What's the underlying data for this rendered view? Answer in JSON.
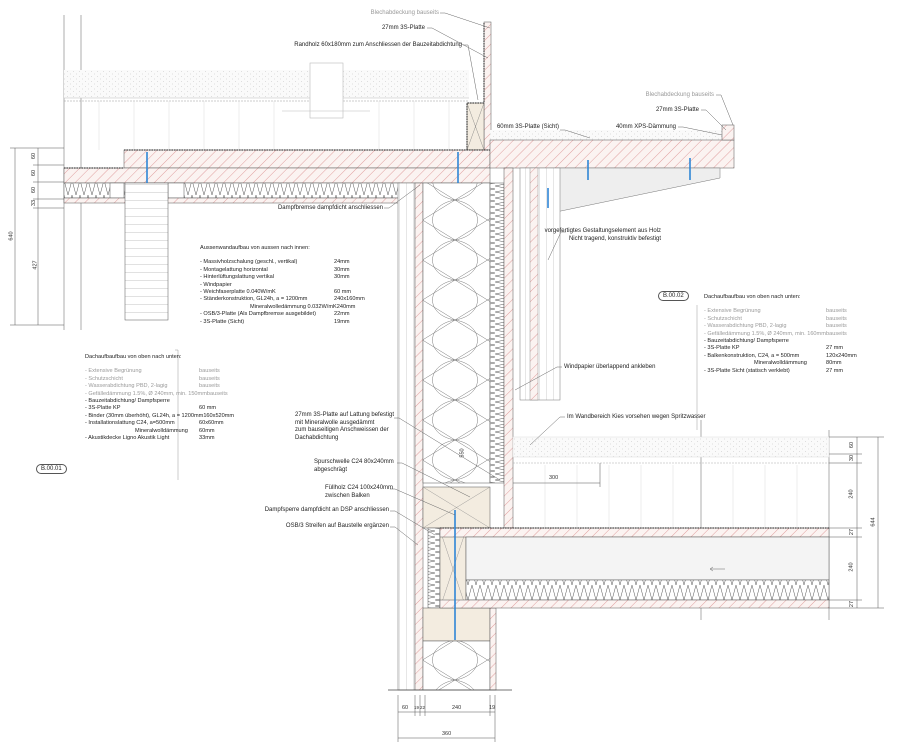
{
  "labels": {
    "blech_top": "Blechabdeckung bauseits",
    "platte_27_top": "27mm 3S-Platte",
    "randholz": "Randholz 60x180mm zum Anschliessen der Bauzeitabdichtung",
    "blech_right": "Blechabdeckung bauseits",
    "platte_27_right": "27mm 3S-Platte",
    "platte_60_sicht": "60mm 3S-Platte (Sicht)",
    "xps": "40mm XPS-Dämmung",
    "dampfbremse": "Dampfbremse dampfdicht anschliessen",
    "gestaltung_1": "vorgefertigtes Gestaltungselement aus Holz",
    "gestaltung_2": "Nicht tragend, konstruktiv befestigt",
    "windpapier": "Windpapier überlappend ankleben",
    "kies": "Im Wandbereich Kies vorsehen wegen Spritzwasser",
    "latt_1": "27mm 3S-Platte auf Lattung befestigt",
    "latt_2": "mit Mineralwolle ausgedämmt",
    "latt_3": "zum bauseitigen Anschweissen der",
    "latt_4": "Dachabdichtung",
    "spurschwelle_1": "Spurschwelle C24 80x240mm",
    "spurschwelle_2": "abgeschrägt",
    "fuellholz_1": "Füllholz C24 100x240mm",
    "fuellholz_2": "zwischen Balken",
    "dampfsperre": "Dampfsperre dampfdicht an DSP anschliessen",
    "osb_streifen": "OSB/3 Streifen auf Baustelle ergänzen"
  },
  "wall_spec": {
    "title": "Aussenwandaufbau von aussen nach innen:",
    "rows": [
      {
        "item": "- Massivholzschalung (geschl., vertikal)",
        "value": "24mm"
      },
      {
        "item": "- Montagelattung horizontal",
        "value": "30mm"
      },
      {
        "item": "- Hinterlüftungslattung vertikal",
        "value": "30mm"
      },
      {
        "item": "- Windpapier",
        "value": ""
      },
      {
        "item": "- Weichfaserplatte 0.040W/mK",
        "value": "60 mm"
      },
      {
        "item": "- Ständerkonstruktion, GL24h, a = 1200mm",
        "value": "240x160mm"
      },
      {
        "item": "Mineralwolledämmung 0.032W/mK",
        "value": "240mm",
        "indent": true
      },
      {
        "item": "- OSB/3-Platte (Als Dampfbremse ausgebildet)",
        "value": "22mm"
      },
      {
        "item": "- 3S-Platte (Sicht)",
        "value": "19mm"
      }
    ]
  },
  "roof_b0001": {
    "tag": "B.00.01",
    "title": "Dachaufbaufbau von oben nach unten:",
    "rows": [
      {
        "item": "- Extensive Begrünung",
        "value": "bauseits",
        "grey": true
      },
      {
        "item": "- Schutzschicht",
        "value": "bauseits",
        "grey": true
      },
      {
        "item": "- Wasserabdichtung PBD, 2-lagig",
        "value": "bauseits",
        "grey": true
      },
      {
        "item": "- Gefälledämmung 1.5%, Ø 240mm, min. 150mm",
        "value": "bauseits",
        "grey": true
      },
      {
        "item": "- Bauzeitabdichtung/ Dampfsperre",
        "value": ""
      },
      {
        "item": "- 3S-Platte  KP",
        "value": "60 mm"
      },
      {
        "item": "- Binder (30mm überhöht), GL24h, a = 1200mm",
        "value": "160x520mm"
      },
      {
        "item": "- Installationslattung C24, a=500mm",
        "value": "60x60mm"
      },
      {
        "item": "Mineralwolldämmung",
        "value": "60mm",
        "indent": true
      },
      {
        "item": "- Akustikdecke Ligno Akustik Light",
        "value": "33mm"
      }
    ]
  },
  "roof_b0002": {
    "tag": "B.00.02",
    "title": "Dachaufbaufbau von oben nach unten:",
    "rows": [
      {
        "item": "- Extensive Begrünung",
        "value": "bauseits",
        "grey": true
      },
      {
        "item": "- Schutzschicht",
        "value": "bauseits",
        "grey": true
      },
      {
        "item": "- Wasserabdichtung PBD, 2-lagig",
        "value": "bauseits",
        "grey": true
      },
      {
        "item": "- Gefälledämmung 1.5%, Ø 240mm, min. 160mm",
        "value": "bauseits",
        "grey": true
      },
      {
        "item": "- Bauzeitabdichtung/ Dampfsperre",
        "value": ""
      },
      {
        "item": "- 3S-Platte KP",
        "value": "27 mm"
      },
      {
        "item": "- Balkenkonstruktion, C24, a = 500mm",
        "value": "120x240mm"
      },
      {
        "item": "Mineralwolldämmung",
        "value": "80mm",
        "indent": true
      },
      {
        "item": "- 3S-Platte Sicht (statisch verklebt)",
        "value": "27 mm"
      }
    ]
  },
  "dimensions": {
    "left_total": "640",
    "left": [
      "60",
      "60",
      "60",
      "33",
      "427"
    ],
    "right": [
      "60",
      "30",
      "240",
      "27",
      "240",
      "27"
    ],
    "right_total": "644",
    "bottom": [
      "60",
      "19",
      "22",
      "240",
      "19"
    ],
    "bottom_total": "360",
    "gravel_width": "300",
    "wall_diag": "550"
  },
  "colors": {
    "hatch": "#d98a8a",
    "rod": "#2f86d6",
    "timber": "#f3ece0",
    "line": "#333333"
  }
}
